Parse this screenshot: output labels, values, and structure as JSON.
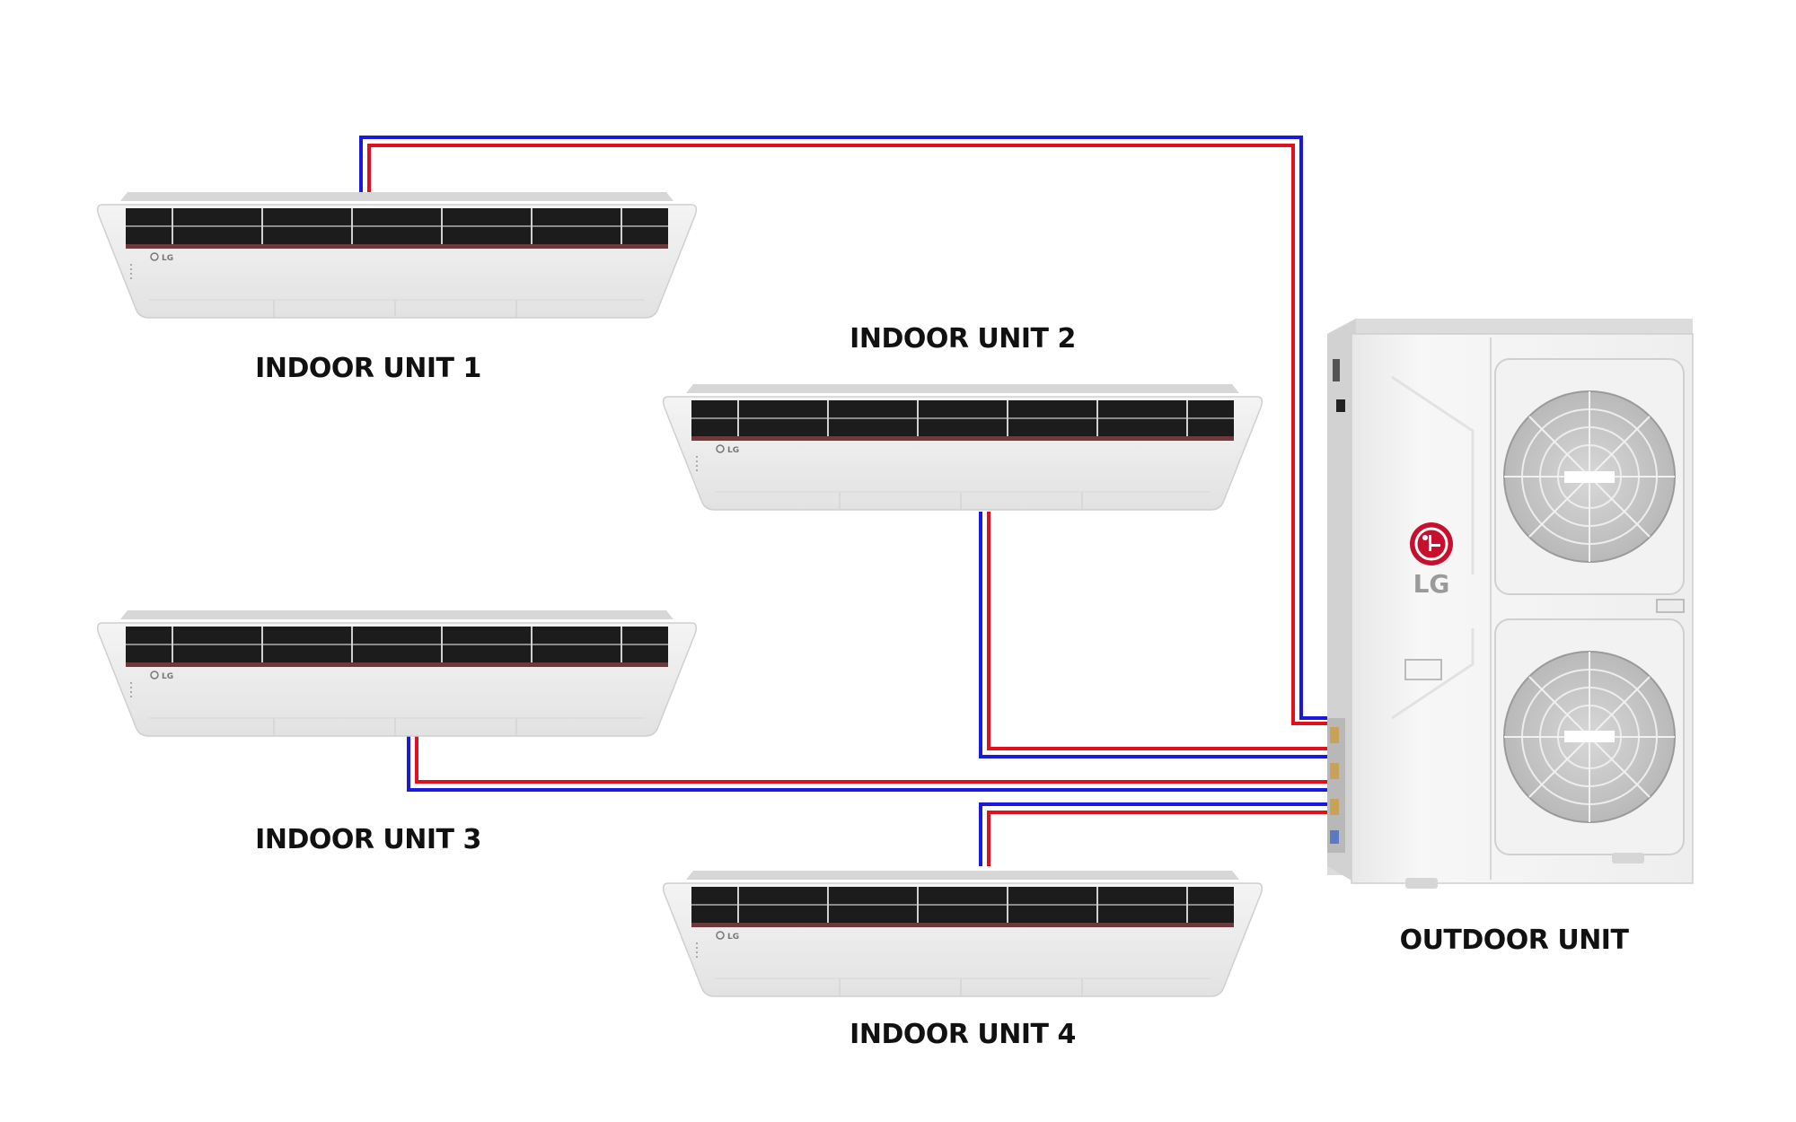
{
  "labels": {
    "indoor_1": "INDOOR UNIT 1",
    "indoor_2": "INDOOR UNIT 2",
    "indoor_3": "INDOOR UNIT 3",
    "indoor_4": "INDOOR UNIT 4",
    "outdoor": "OUTDOOR UNIT"
  },
  "brand": {
    "logo_text": "LG",
    "small_logo_text": "LG"
  },
  "colors": {
    "pipe_blue": "#1a1adc",
    "pipe_red": "#e0101e",
    "brand_red": "#c8102e",
    "label": "#111111"
  },
  "icons": [
    "lg-logo-icon",
    "fan-grille-icon"
  ]
}
